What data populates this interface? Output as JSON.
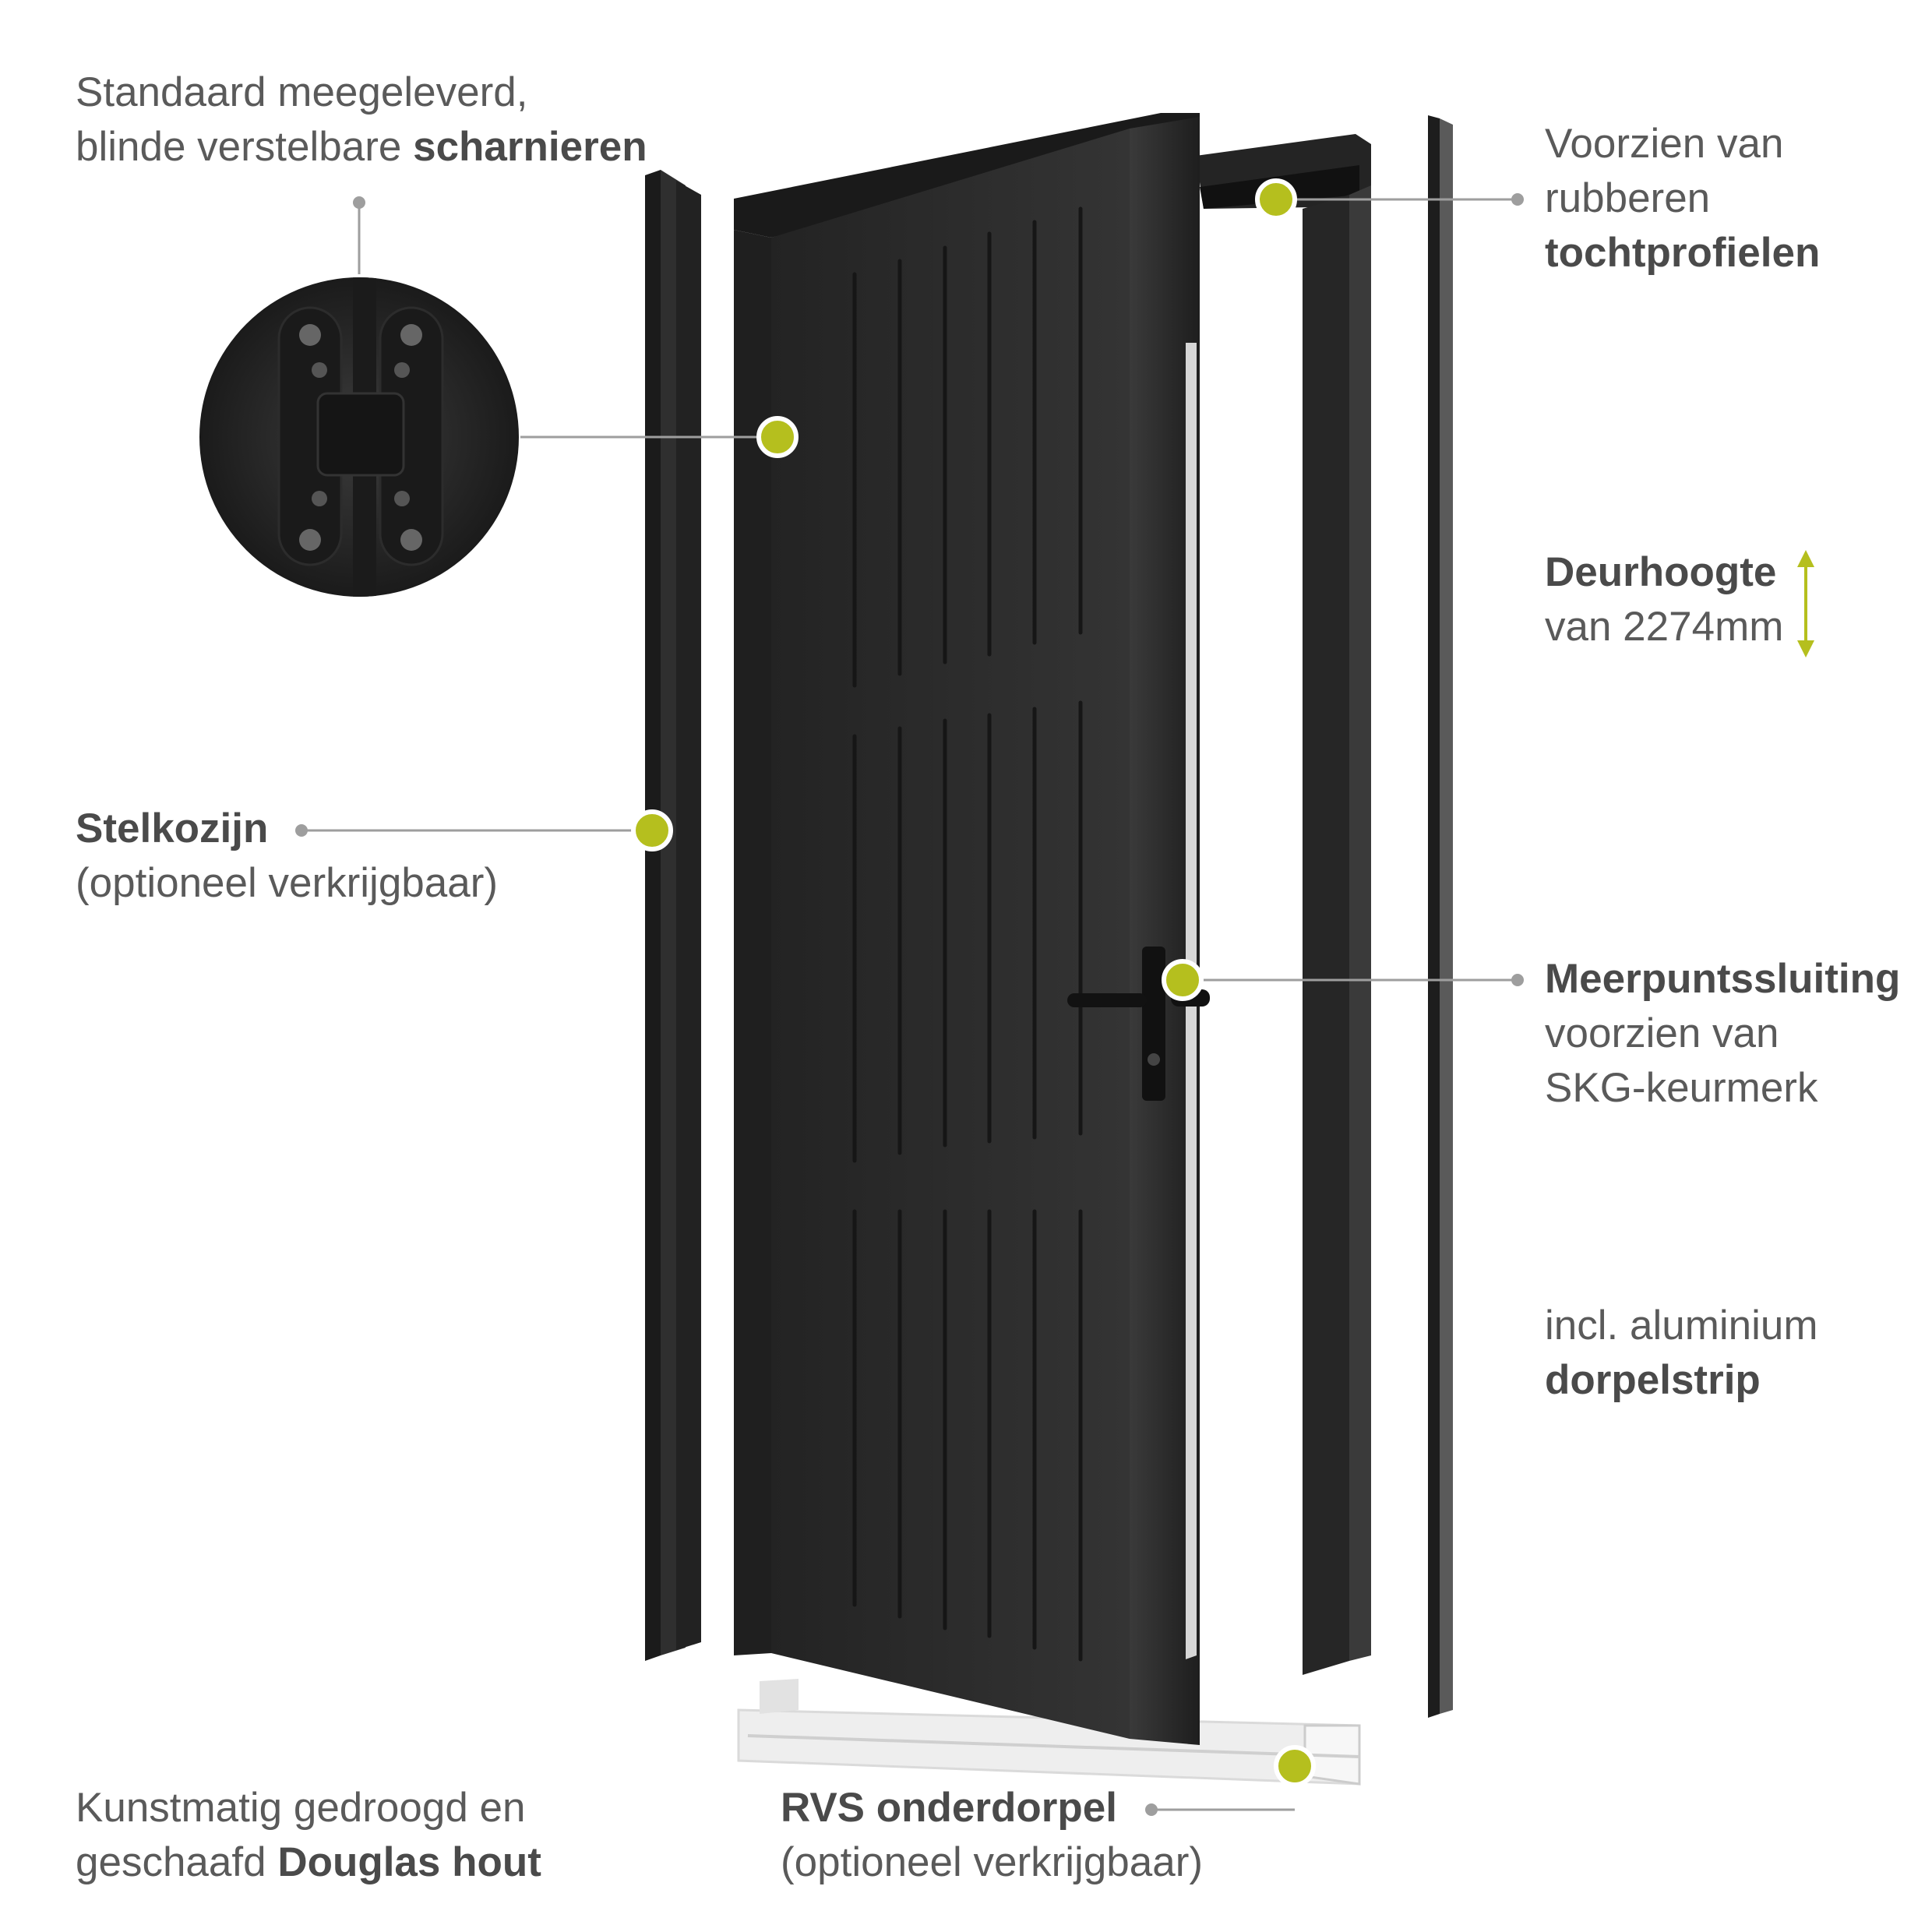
{
  "colors": {
    "accent": "#b5bf1e",
    "text": "#5a5a5a",
    "leader": "#999999",
    "door": "#2b2b2b"
  },
  "labels": {
    "hinges": {
      "line1": "Standaard meegeleverd,",
      "line2_plain": "blinde verstelbare ",
      "line2_bold": "scharnieren"
    },
    "frame": {
      "bold": "Stelkozijn",
      "note": "(optioneel verkrijgbaar)"
    },
    "wood": {
      "line1": "Kunstmatig gedroogd en",
      "line2_plain": "geschaafd ",
      "line2_bold": "Douglas hout"
    },
    "draft": {
      "line1": "Voorzien van",
      "line2": "rubberen",
      "line3_bold": "tochtprofielen"
    },
    "height": {
      "bold": "Deurhoogte",
      "value": "van 2274mm"
    },
    "lock": {
      "bold": "Meerpuntssluiting",
      "line2": "voorzien van",
      "line3": "SKG-keurmerk"
    },
    "strip": {
      "line1": "incl. aluminium",
      "line2_bold": "dorpelstrip"
    },
    "sill": {
      "bold": "RVS onderdorpel",
      "note": "(optioneel verkrijgbaar)"
    }
  },
  "icons": {
    "hotspot": "hotspot-dot-icon",
    "height_arrow": "double-arrow-vertical-icon"
  }
}
